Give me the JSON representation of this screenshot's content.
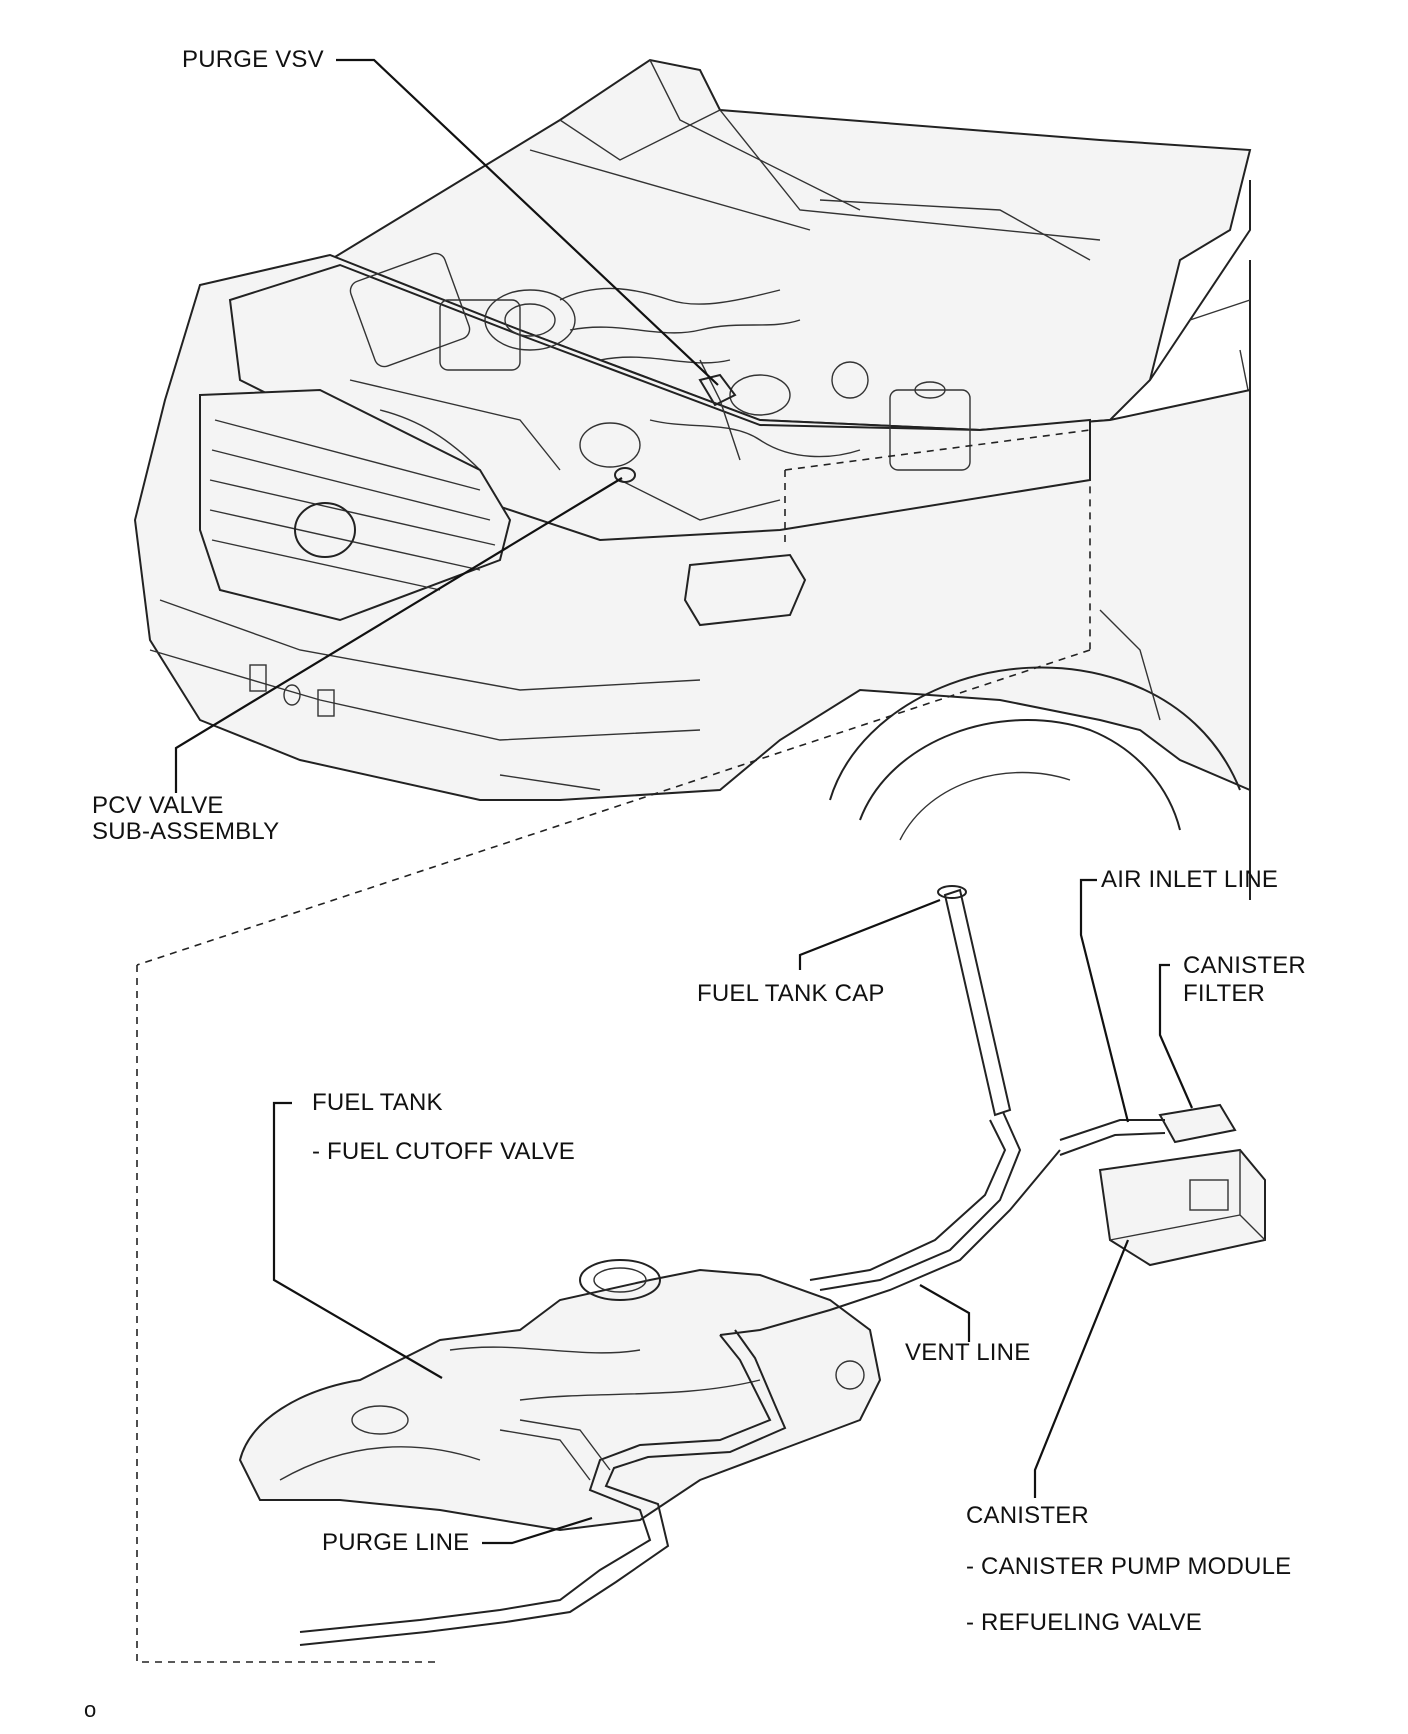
{
  "labels": {
    "purge_vsv": "PURGE VSV",
    "pcv_valve_line1": "PCV VALVE",
    "pcv_valve_line2": "SUB-ASSEMBLY",
    "air_inlet_line": "AIR INLET LINE",
    "canister_filter_line1": "CANISTER",
    "canister_filter_line2": "FILTER",
    "fuel_tank_cap": "FUEL TANK CAP",
    "fuel_tank": "FUEL TANK",
    "fuel_cutoff_valve": "- FUEL CUTOFF VALVE",
    "vent_line": "VENT LINE",
    "purge_line": "PURGE LINE",
    "canister": "CANISTER",
    "canister_pump_module": "- CANISTER PUMP MODULE",
    "refueling_valve": "- REFUELING VALVE"
  },
  "footer": {
    "page_mark": "o"
  }
}
